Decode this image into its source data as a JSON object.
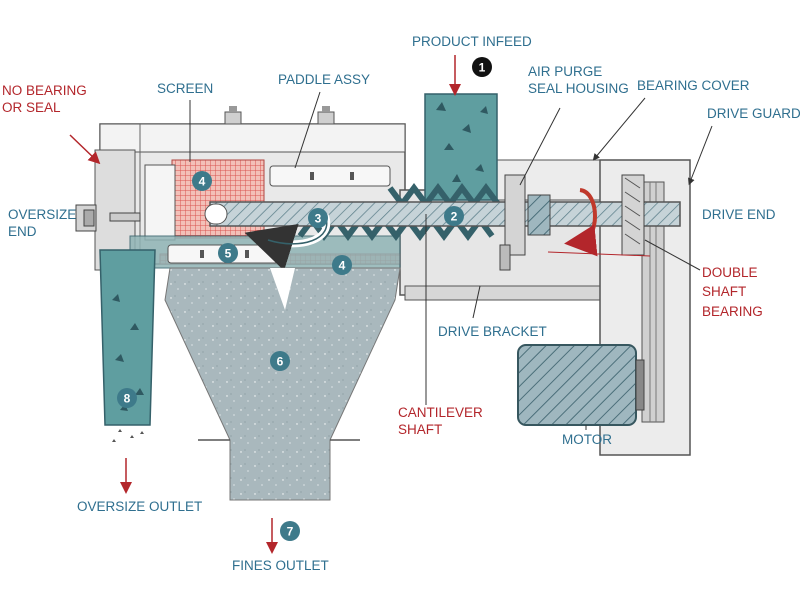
{
  "colors": {
    "label_blue": "#2f6f8f",
    "label_red": "#b3262b",
    "badge_teal": "#3e7a8a",
    "badge_black": "#111111",
    "product_fill": "#5f9ea0",
    "fines_fill": "#a9b8bd",
    "screen_mesh": "#d9534f",
    "housing_fill": "#e6e6e6",
    "motor_fill": "#5e8e96"
  },
  "labels": {
    "product_infeed": "PRODUCT INFEED",
    "no_bearing_1": "NO BEARING",
    "no_bearing_2": "OR SEAL",
    "screen": "SCREEN",
    "paddle_assy": "PADDLE ASSY",
    "air_purge_1": "AIR PURGE",
    "air_purge_2": "SEAL HOUSING",
    "bearing_cover": "BEARING COVER",
    "drive_guard": "DRIVE GUARD",
    "oversize_end_1": "OVERSIZE",
    "oversize_end_2": "END",
    "drive_end": "DRIVE END",
    "double_shaft_1": "DOUBLE",
    "double_shaft_2": "SHAFT",
    "double_shaft_3": "BEARING",
    "drive_bracket": "DRIVE BRACKET",
    "cantilever_1": "CANTILEVER",
    "cantilever_2": "SHAFT",
    "motor": "MOTOR",
    "oversize_outlet": "OVERSIZE OUTLET",
    "fines_outlet": "FINES OUTLET"
  },
  "badges": {
    "b1": "1",
    "b2": "2",
    "b3": "3",
    "b4a": "4",
    "b4b": "4",
    "b5": "5",
    "b6": "6",
    "b7": "7",
    "b8": "8"
  }
}
